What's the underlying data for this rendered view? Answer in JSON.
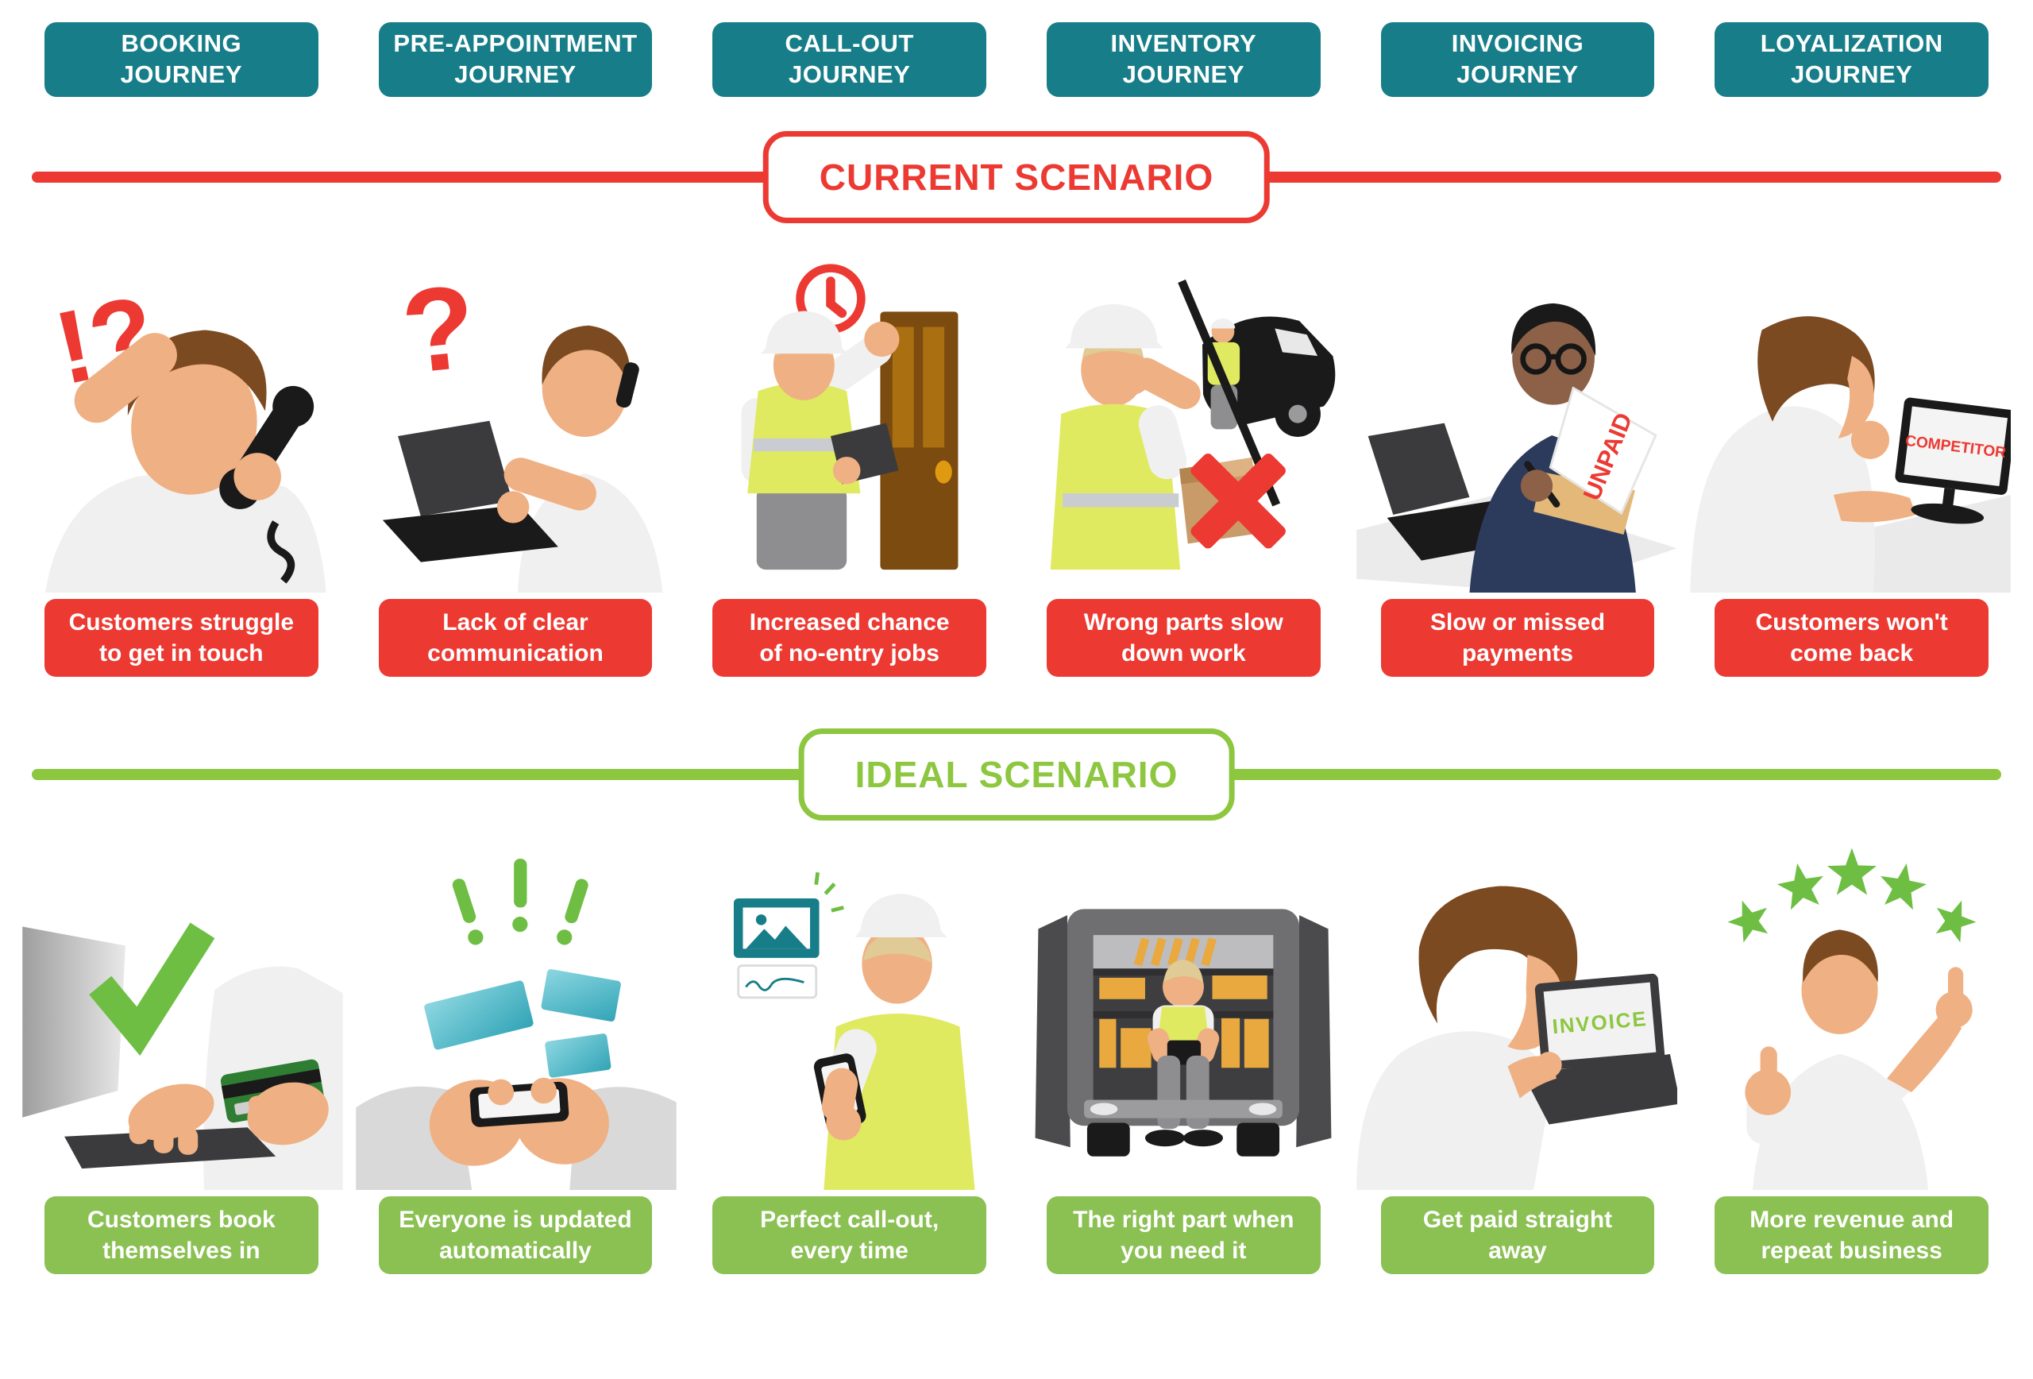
{
  "colors": {
    "teal": "#177E89",
    "red": "#EC3A33",
    "green": "#8DC63F",
    "green_label": "#8BC053",
    "green_bright": "#6EBE44",
    "skin": "#EFB083",
    "skin_dark": "#8D6048",
    "hair": "#7C4A21",
    "hair_blond": "#E0CA95",
    "hivis": "#DFEA60",
    "shirt": "#F0F0F0",
    "grey_mid": "#8E8E90",
    "grey_dark": "#3B3B3D",
    "grey_light": "#EBEBEB",
    "navy": "#2C3A5C",
    "door": "#7C4B0F",
    "orange": "#E9A93F"
  },
  "journeys": [
    {
      "line1": "BOOKING",
      "line2": "JOURNEY"
    },
    {
      "line1": "PRE-APPOINTMENT",
      "line2": "JOURNEY"
    },
    {
      "line1": "CALL-OUT",
      "line2": "JOURNEY"
    },
    {
      "line1": "INVENTORY",
      "line2": "JOURNEY"
    },
    {
      "line1": "INVOICING",
      "line2": "JOURNEY"
    },
    {
      "line1": "LOYALIZATION",
      "line2": "JOURNEY"
    }
  ],
  "current": {
    "title": "CURRENT SCENARIO",
    "items": [
      {
        "caption_line1": "Customers struggle",
        "caption_line2": "to get in touch",
        "illustration": "frustrated-phone-caller",
        "symbol": "!?"
      },
      {
        "caption_line1": "Lack of clear",
        "caption_line2": "communication",
        "illustration": "confused-at-laptop-on-phone",
        "symbol": "?"
      },
      {
        "caption_line1": "Increased chance",
        "caption_line2": "of no-entry jobs",
        "illustration": "technician-knocking-on-door"
      },
      {
        "caption_line1": "Wrong parts slow",
        "caption_line2": "down work",
        "illustration": "technician-with-wrong-part-box"
      },
      {
        "caption_line1": "Slow or missed",
        "caption_line2": "payments",
        "illustration": "writing-unpaid-invoice",
        "screen_text": "UNPAID"
      },
      {
        "caption_line1": "Customers won't",
        "caption_line2": "come back",
        "illustration": "customer-watching-competitor",
        "screen_text": "COMPETITOR"
      }
    ]
  },
  "ideal": {
    "title": "IDEAL SCENARIO",
    "items": [
      {
        "caption_line1": "Customers book",
        "caption_line2": "themselves in",
        "illustration": "online-booking-with-card"
      },
      {
        "caption_line1": "Everyone is updated",
        "caption_line2": "automatically",
        "illustration": "phone-push-notifications"
      },
      {
        "caption_line1": "Perfect call-out,",
        "caption_line2": "every time",
        "illustration": "technician-photo-confirmation"
      },
      {
        "caption_line1": "The right part when",
        "caption_line2": "you need it",
        "illustration": "stocked-van-technician"
      },
      {
        "caption_line1": "Get paid straight",
        "caption_line2": "away",
        "illustration": "invoice-on-laptop",
        "screen_text": "INVOICE"
      },
      {
        "caption_line1": "More revenue and",
        "caption_line2": "repeat business",
        "illustration": "five-star-happy-customer"
      }
    ]
  },
  "icons": {
    "clock": "clock-icon",
    "x_mark": "x-mark-icon",
    "checkmark": "checkmark-icon",
    "exclamation": "exclamation-icon",
    "stars": "five-stars-icon",
    "sparkle": "sparkle-icon"
  }
}
